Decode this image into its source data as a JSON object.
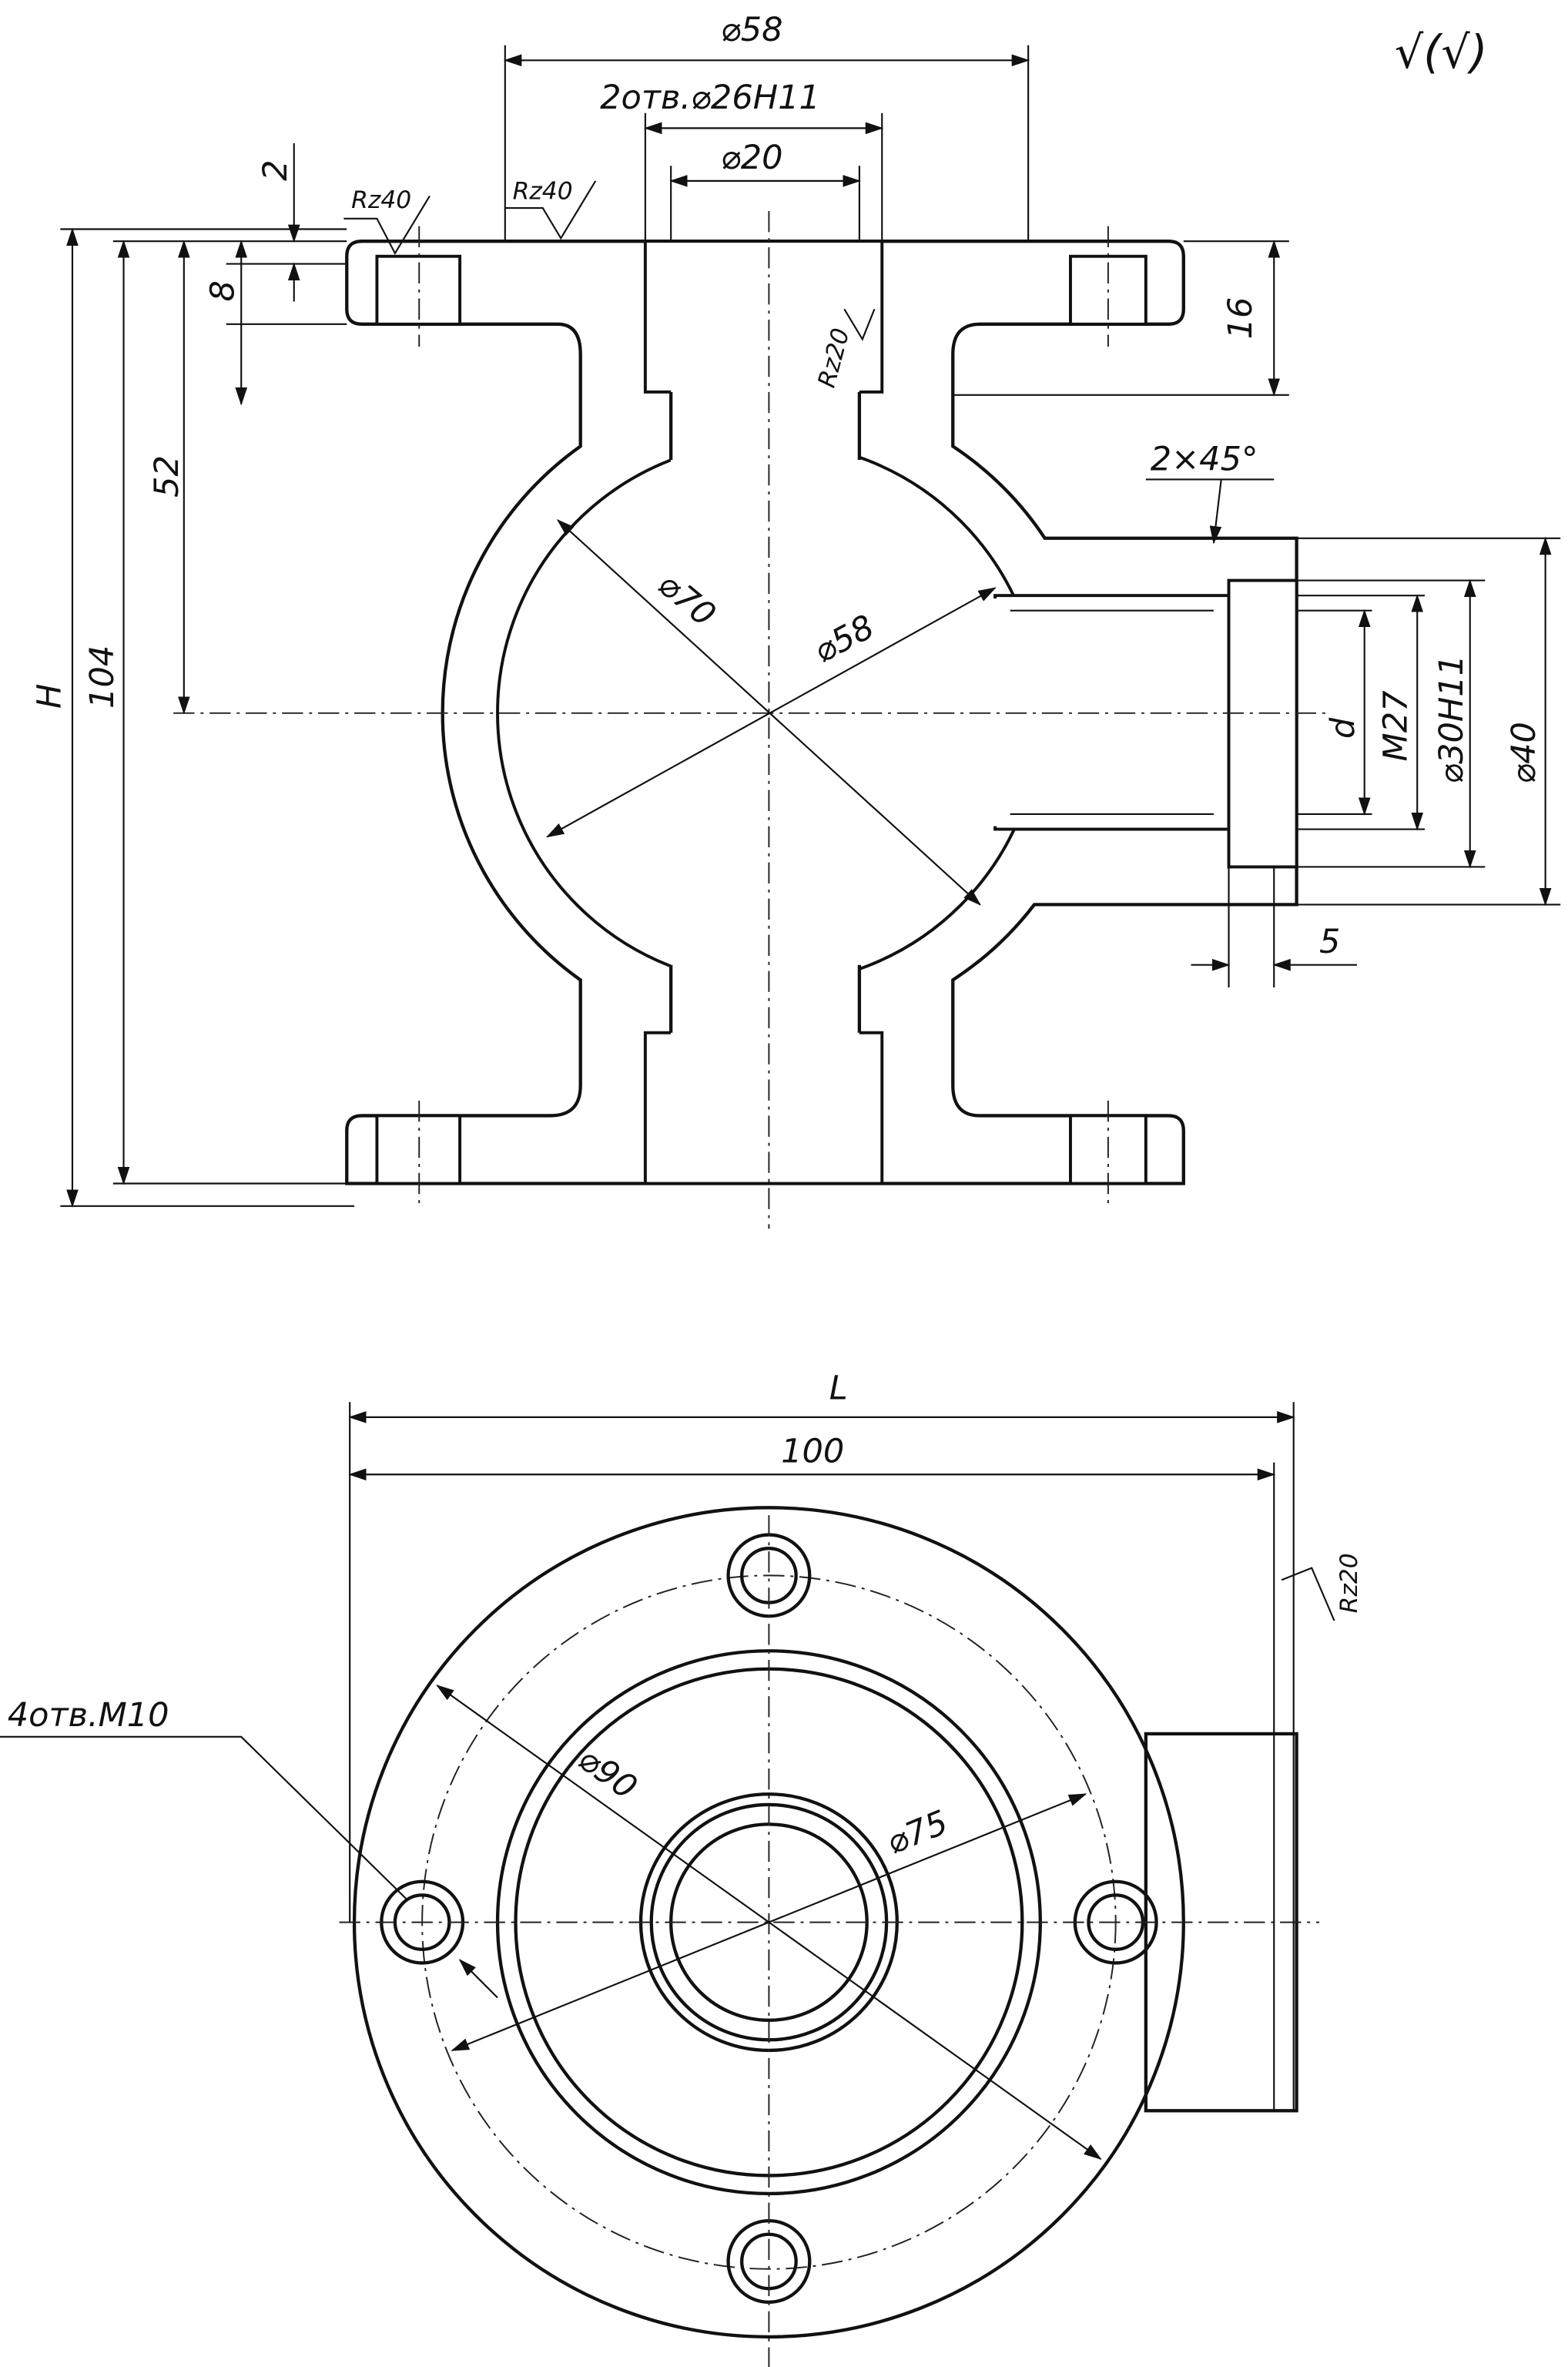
{
  "surface_finish_symbol": "√(√)",
  "front_view": {
    "dims": {
      "top_outer_diameter": "⌀58",
      "holes_label": "2отв.⌀26H11",
      "bore_diameter": "⌀20",
      "chamfer_2": "2",
      "flange_thickness": "8",
      "flange_height": "16",
      "center_height": "52",
      "height_symbol": "H",
      "total_height": "104",
      "sphere_outer": "⌀70",
      "sphere_inner": "⌀58",
      "chamfer": "2×45°",
      "d_symbol": "d",
      "thread": "M27",
      "bore_fit": "⌀30H11",
      "branch_outer": "⌀40",
      "depth_5": "5"
    },
    "roughness": [
      "Rz40",
      "Rz40",
      "Rz20"
    ]
  },
  "top_view": {
    "dims": {
      "length_symbol": "L",
      "length": "100",
      "flange_diameter": "⌀90",
      "bolt_circle": "⌀75",
      "bolt_holes": "4отв.M10"
    },
    "roughness": "Rz20"
  }
}
